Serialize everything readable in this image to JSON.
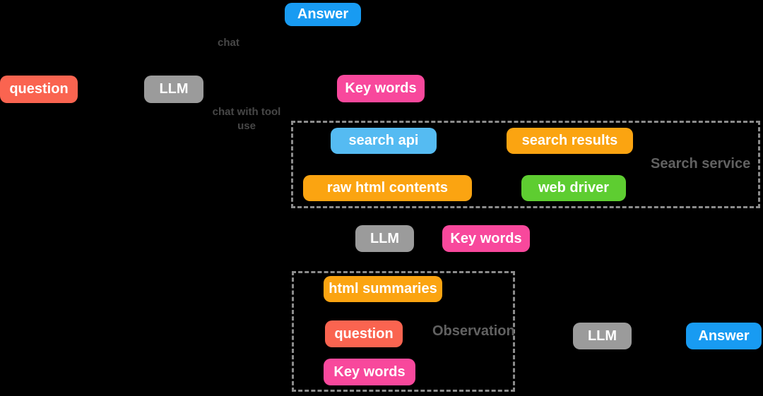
{
  "diagram": {
    "background": "#000000",
    "colors": {
      "answer_blue": "#189bf2",
      "search_api_blue": "#55bbf2",
      "question_tomato": "#fa6450",
      "llm_gray": "#9b9b9b",
      "keywords_pink": "#f8489c",
      "orange": "#fba411",
      "webdriver_green": "#5ecd31",
      "group_dash_border": "#8c8c8c",
      "group_label_text": "#616161",
      "edge_label_text": "#474747",
      "node_text": "#ffffff"
    },
    "nodes": {
      "answer_top": "Answer",
      "question_left": "question",
      "llm_left": "LLM",
      "keywords_top": "Key words",
      "search_api": "search api",
      "search_results": "search results",
      "raw_html_contents": "raw html contents",
      "web_driver": "web driver",
      "llm_mid": "LLM",
      "keywords_mid": "Key words",
      "html_summaries": "html summaries",
      "question_obs": "question",
      "keywords_obs": "Key words",
      "llm_right": "LLM",
      "answer_right": "Answer"
    },
    "edge_labels": {
      "chat": "chat",
      "chat_with_tool_use": "chat with tool use"
    },
    "groups": {
      "search_service": "Search service",
      "observation": "Observation"
    }
  }
}
